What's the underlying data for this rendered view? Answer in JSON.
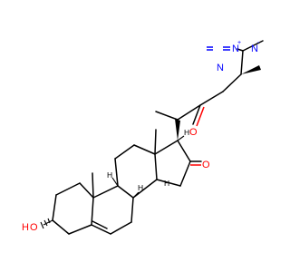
{
  "structure": {
    "colors": {
      "bond": "#000000",
      "oxygen": "#ff0000",
      "nitrogen": "#0000ff",
      "background": "#ffffff"
    },
    "labels": {
      "n1": "N",
      "n2": "N",
      "n3": "N",
      "n2_charge": "+",
      "n3_charge": "-",
      "ketone_side_o": "O",
      "ketone_ring_o": "O",
      "hydroxyl_o": "O",
      "hydroxyl_h": "H",
      "stereo_h_c17": "H",
      "stereo_h_c14": "H",
      "stereo_h_c8": "H",
      "stereo_h_c9": "H"
    }
  }
}
